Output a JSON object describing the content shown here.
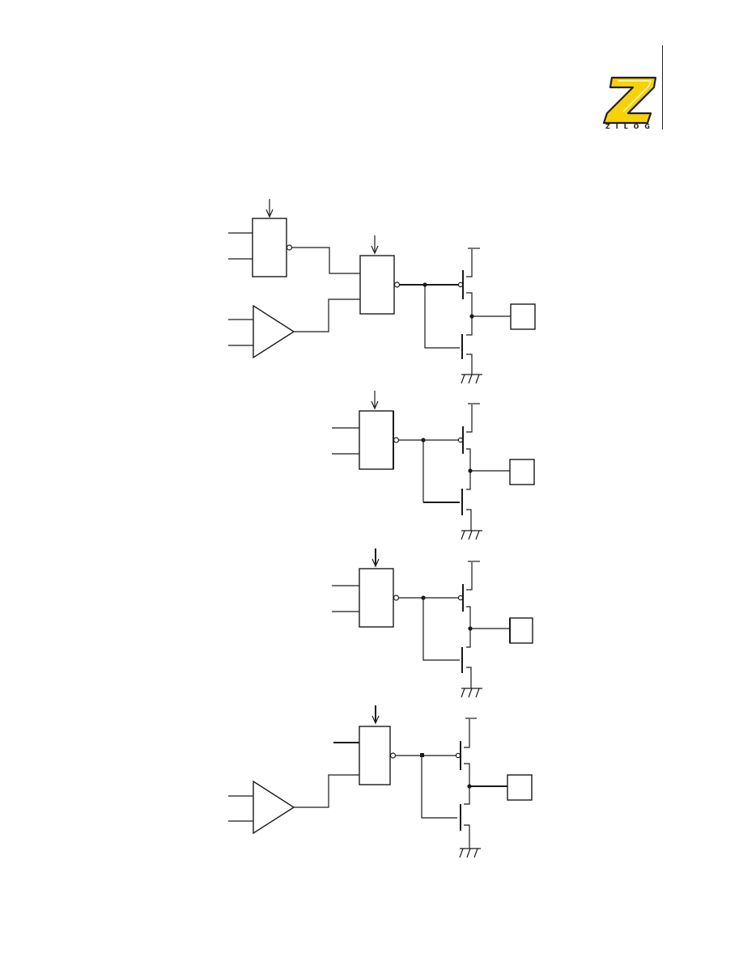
{
  "header": {
    "logo_text": "ZILOG",
    "logo_icon": "zilog-z-logo-icon",
    "brand_colors": {
      "z_fill": "#f5d20a",
      "z_outline": "#231f20"
    }
  },
  "diagram": {
    "kind": "cmos-output-stage-schematic",
    "stages": [
      {
        "id": "stage-1",
        "input_pins": 2,
        "has_pre_gate": true,
        "has_comparator": true
      },
      {
        "id": "stage-2",
        "input_pins": 2,
        "has_pre_gate": false,
        "has_comparator": false
      },
      {
        "id": "stage-3",
        "input_pins": 2,
        "has_pre_gate": false,
        "has_comparator": false
      },
      {
        "id": "stage-4",
        "input_pins": 1,
        "has_pre_gate": false,
        "has_comparator": true
      }
    ]
  }
}
